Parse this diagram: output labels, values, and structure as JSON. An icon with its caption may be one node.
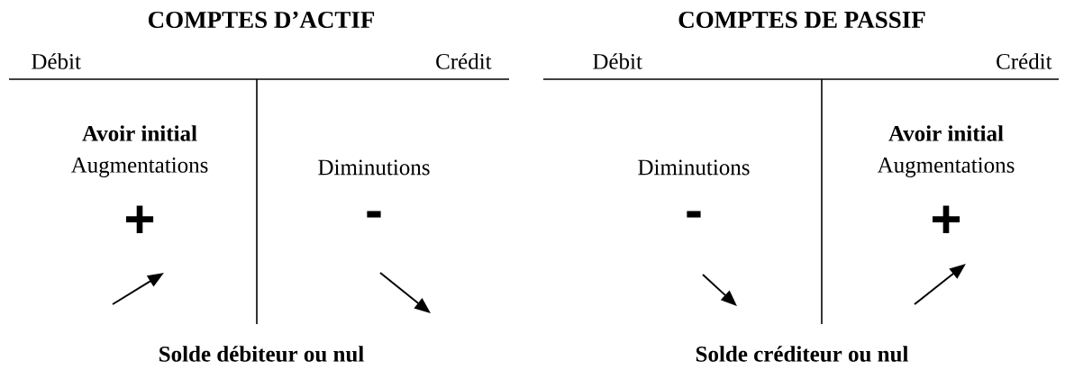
{
  "diagram": {
    "labels": [
      "COMPTES D’ACTIF",
      "Débit",
      "Crédit",
      "Avoir initial",
      "Augmentations",
      "Diminutions",
      "+",
      "-",
      "Solde débiteur ou nul",
      "COMPTES DE PASSIF",
      "Débit",
      "Crédit",
      "Diminutions",
      "Avoir initial",
      "Augmentations",
      "-",
      "+",
      "Solde créditeur ou nul"
    ]
  }
}
